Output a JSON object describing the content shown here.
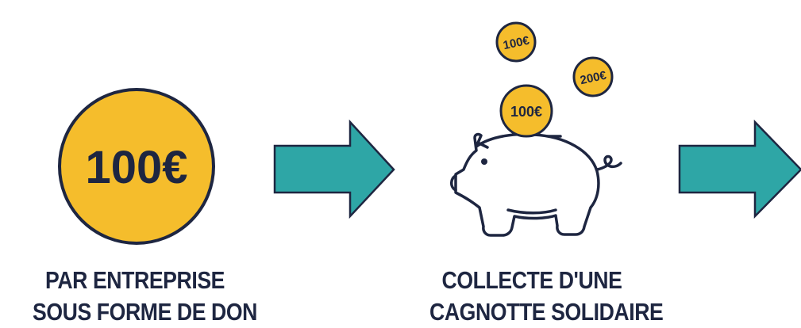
{
  "step_1": {
    "coin_amount": "100€",
    "caption_line_1": "PAR ENTREPRISE",
    "caption_line_2": "SOUS FORME DE DON"
  },
  "step_2": {
    "coins": [
      "100€",
      "200€",
      "100€"
    ],
    "caption_line_1": "COLLECTE D'UNE",
    "caption_line_2": "CAGNOTTE SOLIDAIRE"
  },
  "colors": {
    "coin_fill": "#f5bd2c",
    "outline": "#1e2641",
    "arrow": "#2ea6a6",
    "background": "#ffffff"
  }
}
